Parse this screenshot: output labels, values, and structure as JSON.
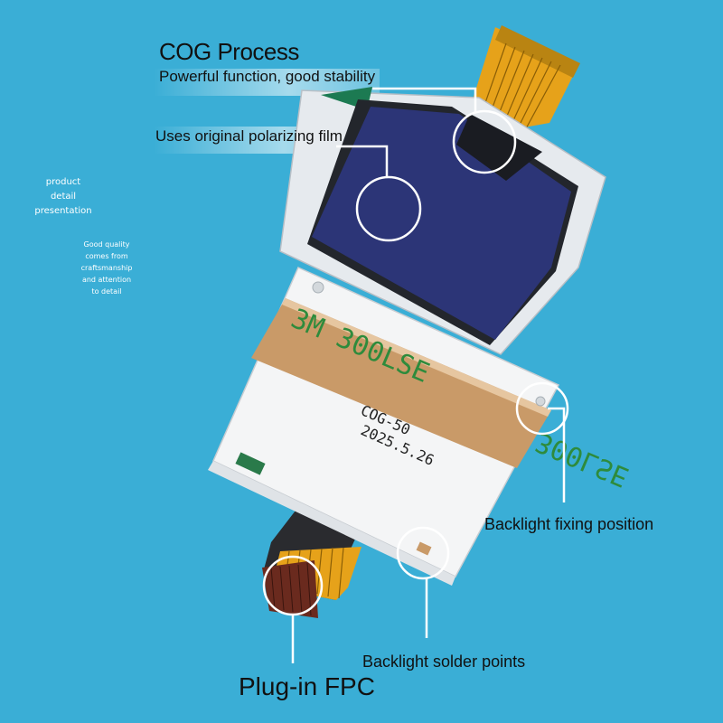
{
  "heading": {
    "title": "COG Process",
    "subtitle": "Powerful function, good stability",
    "feature": "Uses original polarizing film"
  },
  "sidebar": {
    "caption": [
      "product",
      "detail",
      "presentation"
    ],
    "slogan": [
      "Good quality",
      "comes from",
      "craftsmanship",
      "and attention",
      "to detail"
    ]
  },
  "product": {
    "tape_text": "3M 300LSE",
    "tape_text_mirrored": "300LSE",
    "model_stamp": "COG-50",
    "date_stamp": "2025.5.26"
  },
  "callouts": {
    "backlight_fixing": "Backlight fixing position",
    "backlight_solder": "Backlight solder points",
    "plug_in_fpc": "Plug-in FPC"
  },
  "colors": {
    "background": "#3aaed6",
    "lcd_panel": "#2c3577",
    "fpc": "#e6a21a",
    "tape": "#c99a68"
  }
}
